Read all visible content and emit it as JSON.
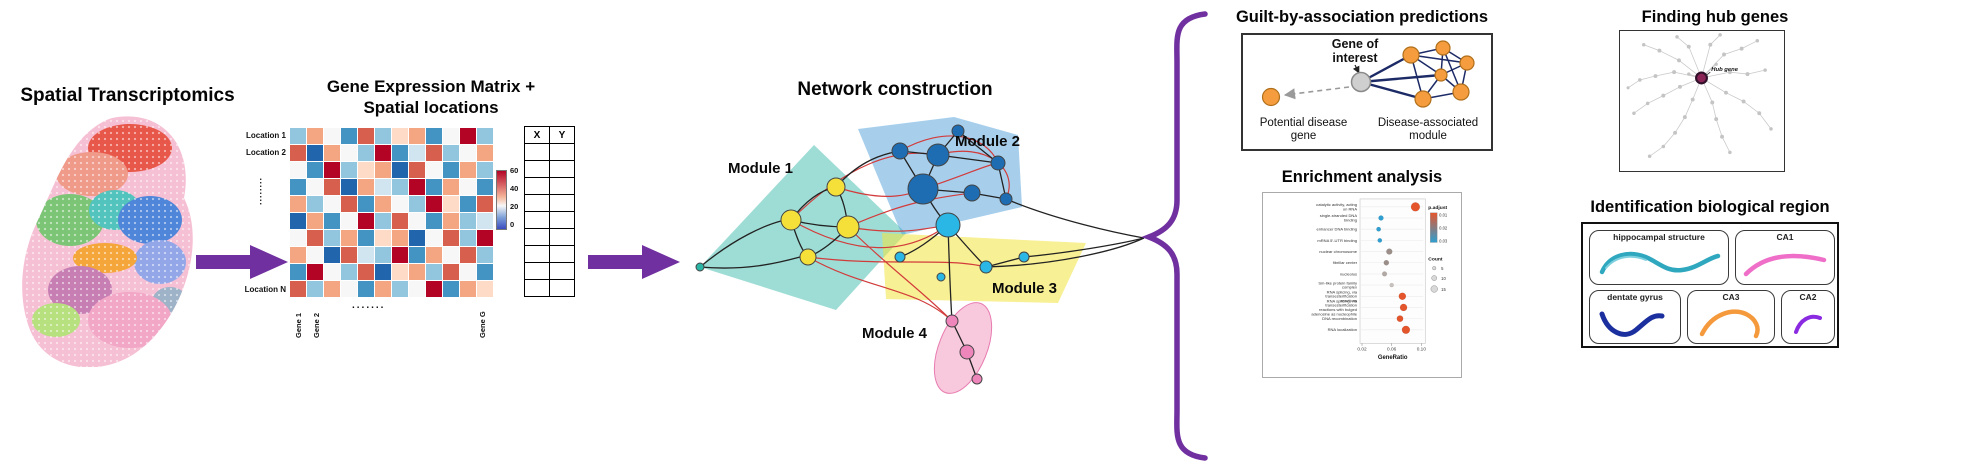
{
  "accent": "#7030a0",
  "stage1": {
    "title": "Spatial Transcriptomics"
  },
  "stage2": {
    "title_line1": "Gene Expression Matrix +",
    "title_line2": "Spatial locations",
    "row_labels": [
      "Location 1",
      "Location 2",
      "Location N"
    ],
    "row_dots": "........",
    "col_labels": [
      "Gene 1",
      "Gene 2",
      "Gene G"
    ],
    "col_dots": ".......",
    "colorbar_ticks": [
      "60",
      "40",
      "20",
      "0"
    ],
    "xy_table": {
      "headers": [
        "X",
        "Y"
      ],
      "empty_rows": 9
    },
    "palette": {
      "r1": "#b40426",
      "r2": "#d6604d",
      "r3": "#f4a582",
      "r4": "#fddbc7",
      "w": "#f7f7f7",
      "b4": "#d1e5f0",
      "b3": "#92c5de",
      "b2": "#4393c3",
      "b1": "#2166ac"
    },
    "cells": [
      "b3 r3 w b2 r2 b3 r4 r3 b2 w r1 b3",
      "r2 b1 r3 w b3 r1 b2 b4 r2 b3 w r3",
      "w b2 r1 b3 r4 r3 b1 r2 w b2 r3 b3",
      "b2 w r2 b1 r3 b4 b3 r1 b2 r3 w b2",
      "r3 b3 w r2 b2 r3 w b3 r1 r4 b2 r2",
      "b1 r3 b2 w r1 b3 r2 w b2 r3 b3 b4",
      "w r2 b3 r3 b2 r4 r3 b1 w r2 b3 r1",
      "r3 w b1 r2 b4 b3 r1 b2 r3 w r2 b3",
      "b2 r1 w b3 r2 b1 r4 r3 b3 r2 w b2",
      "r2 b3 r3 w b2 r3 b3 w r1 b2 r3 r4"
    ]
  },
  "stage3": {
    "title": "Network construction",
    "module_labels": [
      "Module 1",
      "Module 2",
      "Module 3",
      "Module 4"
    ]
  },
  "outputs": {
    "gba": {
      "title": "Guilt-by-association predictions",
      "gene_of_interest_label": "Gene of\ninterest",
      "potential_label": "Potential disease\ngene",
      "module_label": "Disease-associated\nmodule"
    },
    "hub": {
      "title": "Finding hub genes",
      "hub_label": "Hub gene"
    },
    "enrichment": {
      "title": "Enrichment analysis",
      "xlabel": "GeneRatio",
      "x_ticks": [
        "0.02",
        "0.06",
        "0.10"
      ],
      "legend": {
        "color_title": "p.adjust",
        "color_ticks": [
          "0.01",
          "0.02",
          "0.03"
        ],
        "size_title": "Count",
        "size_ticks": [
          "5",
          "10",
          "15"
        ]
      },
      "terms": [
        {
          "label": "catalytic activity, acting on RNA",
          "x": 0.9,
          "r": 4.5,
          "color": "#e4552c"
        },
        {
          "label": "single-stranded DNA binding",
          "x": 0.32,
          "r": 2.5,
          "color": "#2e9fd0"
        },
        {
          "label": "enhancer DNA binding",
          "x": 0.28,
          "r": 2.2,
          "color": "#2e9fd0"
        },
        {
          "label": "mRNA 5'-UTR binding",
          "x": 0.3,
          "r": 2.2,
          "color": "#2e9fd0"
        },
        {
          "label": "nuclear chromosome",
          "x": 0.46,
          "r": 3.0,
          "color": "#9c8f8a"
        },
        {
          "label": "fibrillar center",
          "x": 0.41,
          "r": 2.6,
          "color": "#9c8f8a"
        },
        {
          "label": "nucleolus",
          "x": 0.38,
          "r": 2.4,
          "color": "#b3a9a4"
        },
        {
          "label": "Sm-like protein family complex",
          "x": 0.5,
          "r": 2.0,
          "color": "#c9c1bd"
        },
        {
          "label": "RNA splicing, via transesterification reactions",
          "x": 0.68,
          "r": 3.6,
          "color": "#e4552c"
        },
        {
          "label": "RNA splicing, via transesterification reactions with bulged adenosine as nucleophile",
          "x": 0.7,
          "r": 3.6,
          "color": "#e4552c"
        },
        {
          "label": "DNA recombination",
          "x": 0.64,
          "r": 3.2,
          "color": "#e4552c"
        },
        {
          "label": "RNA localization",
          "x": 0.74,
          "r": 4.0,
          "color": "#e4552c"
        }
      ]
    },
    "regions": {
      "title": "Identification biological region",
      "labels": [
        "hippocampal structure",
        "CA1",
        "dentate gyrus",
        "CA3",
        "CA2"
      ]
    }
  }
}
